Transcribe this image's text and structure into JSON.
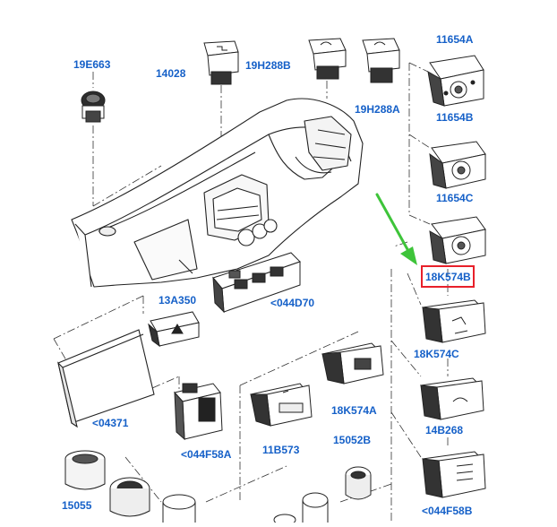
{
  "labels": {
    "l19e663": "19E663",
    "l14028": "14028",
    "l19h288b": "19H288B",
    "l19h288a": "19H288A",
    "l11654a": "11654A",
    "l11654b": "11654B",
    "l11654c": "11654C",
    "l18k574b": "18K574B",
    "l13a350": "13A350",
    "l044d70": "<044D70",
    "l18k574c": "18K574C",
    "l04371": "<04371",
    "l18k574a": "18K574A",
    "l14b268": "14B268",
    "l044f58a": "<044F58A",
    "l11b573": "11B573",
    "l15052b": "15052B",
    "l15055": "15055",
    "l044f58b": "<044F58B"
  },
  "colors": {
    "label": "#1560c8",
    "highlight_box": "#e8202a",
    "pointer_arrow": "#3ec43a",
    "line_art": "#222222"
  },
  "icons": {
    "pointer": "green-arrow-icon"
  }
}
